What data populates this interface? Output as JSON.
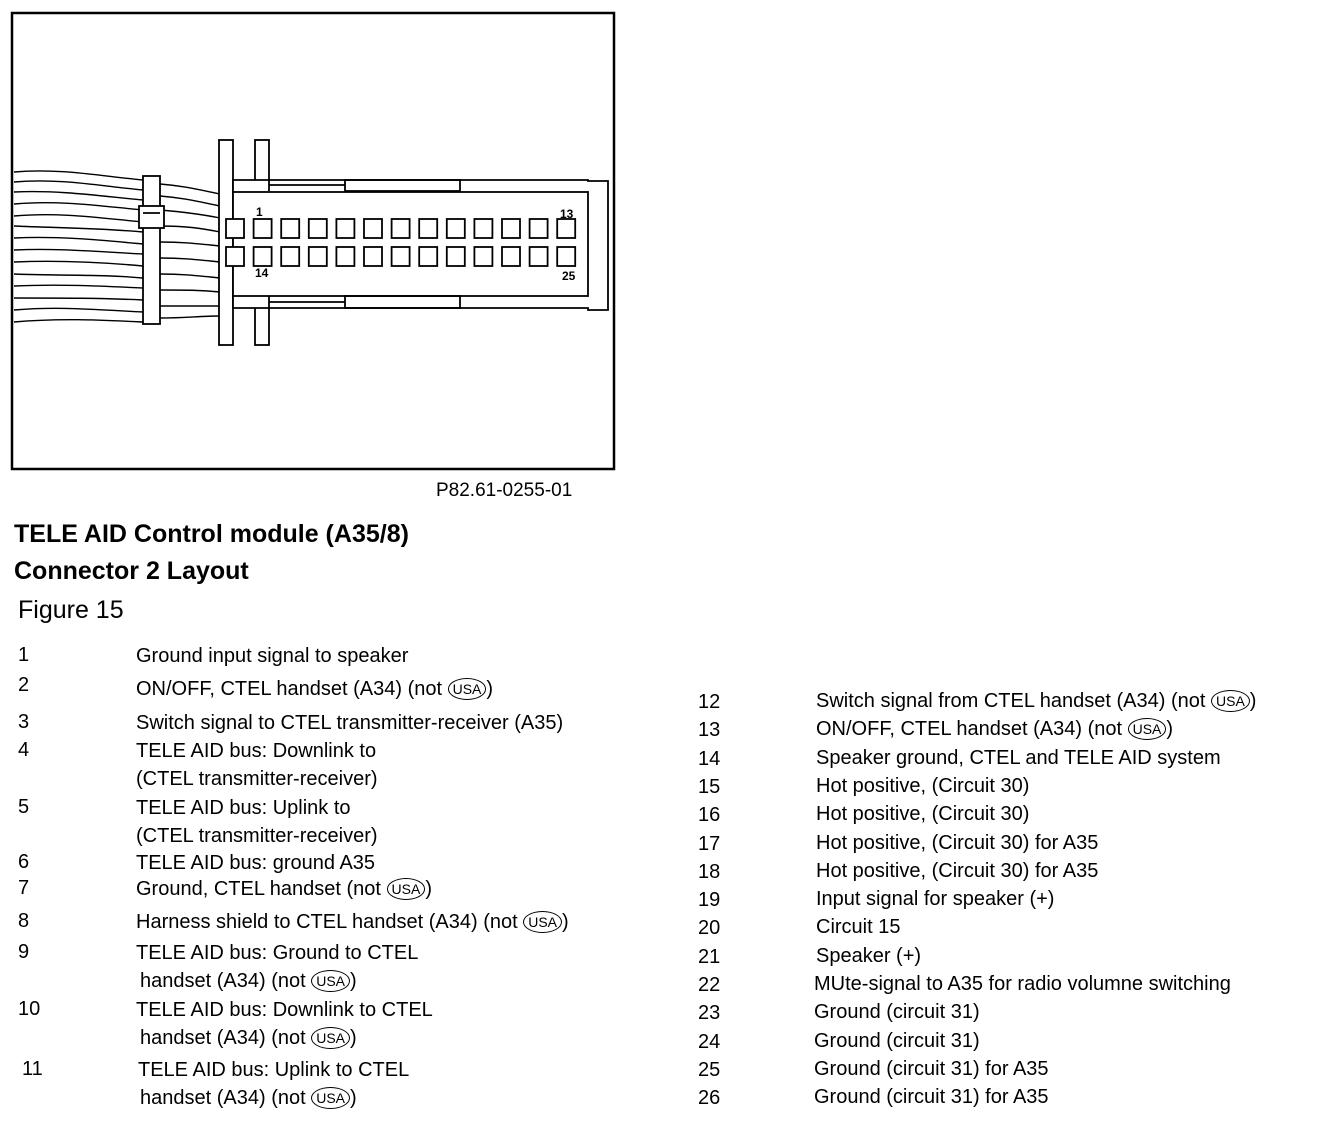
{
  "figure": {
    "code": "P82.61-0255-01",
    "title": "TELE AID Control module (A35/8)",
    "subtitle": "Connector 2  Layout",
    "label": "Figure 15"
  },
  "connector": {
    "pin_label_1": "1",
    "pin_label_13": "13",
    "pin_label_14": "14",
    "pin_label_25": "25"
  },
  "usa_badge": "USA",
  "pins_left": [
    {
      "num": "1",
      "lines": [
        "Ground input signal to speaker"
      ],
      "usa": false
    },
    {
      "num": "2",
      "lines": [
        "ON/OFF, CTEL handset (A34) (not"
      ],
      "usa": true
    },
    {
      "num": "3",
      "lines": [
        "Switch signal to CTEL transmitter-receiver (A35)"
      ],
      "usa": false
    },
    {
      "num": "4",
      "lines": [
        "TELE AID bus: Downlink to",
        "(CTEL transmitter-receiver)"
      ],
      "usa": false
    },
    {
      "num": "5",
      "lines": [
        "TELE AID bus: Uplink to",
        "(CTEL transmitter-receiver)"
      ],
      "usa": false
    },
    {
      "num": "6",
      "lines": [
        "TELE AID bus: ground A35"
      ],
      "usa": false
    },
    {
      "num": "7",
      "lines": [
        "Ground, CTEL handset (not"
      ],
      "usa": true
    },
    {
      "num": "8",
      "lines": [
        "Harness shield to CTEL handset (A34) (not"
      ],
      "usa": true
    },
    {
      "num": "9",
      "lines": [
        "TELE AID bus: Ground to CTEL",
        "handset (A34) (not"
      ],
      "usa": true
    },
    {
      "num": "10",
      "lines": [
        "TELE AID bus: Downlink to CTEL",
        "handset (A34) (not"
      ],
      "usa": true
    },
    {
      "num": "11",
      "lines": [
        "TELE AID bus: Uplink to CTEL",
        "handset (A34) (not"
      ],
      "usa": true
    }
  ],
  "pins_right": [
    {
      "num": "12",
      "text": "Switch signal from CTEL handset (A34) (not",
      "usa": true
    },
    {
      "num": "13",
      "text": "ON/OFF, CTEL handset  (A34) (not",
      "usa": true
    },
    {
      "num": "14",
      "text": "Speaker ground, CTEL and TELE AID system",
      "usa": false
    },
    {
      "num": "15",
      "text": "Hot positive, (Circuit 30)",
      "usa": false
    },
    {
      "num": "16",
      "text": "Hot positive, (Circuit 30)",
      "usa": false
    },
    {
      "num": "17",
      "text": "Hot positive, (Circuit 30) for A35",
      "usa": false
    },
    {
      "num": "18",
      "text": "Hot positive, (Circuit 30) for A35",
      "usa": false
    },
    {
      "num": "19",
      "text": "Input signal for speaker (+)",
      "usa": false
    },
    {
      "num": "20",
      "text": "Circuit 15",
      "usa": false
    },
    {
      "num": "21",
      "text": "Speaker (+)",
      "usa": false
    },
    {
      "num": "22",
      "text": "MUte-signal to A35 for radio volumne switching",
      "usa": false
    },
    {
      "num": "23",
      "text": "Ground (circuit 31)",
      "usa": false
    },
    {
      "num": "24",
      "text": "Ground (circuit 31)",
      "usa": false
    },
    {
      "num": "25",
      "text": "Ground (circuit 31) for A35",
      "usa": false
    },
    {
      "num": "26",
      "text": "Ground (circuit 31) for A35",
      "usa": false
    }
  ]
}
